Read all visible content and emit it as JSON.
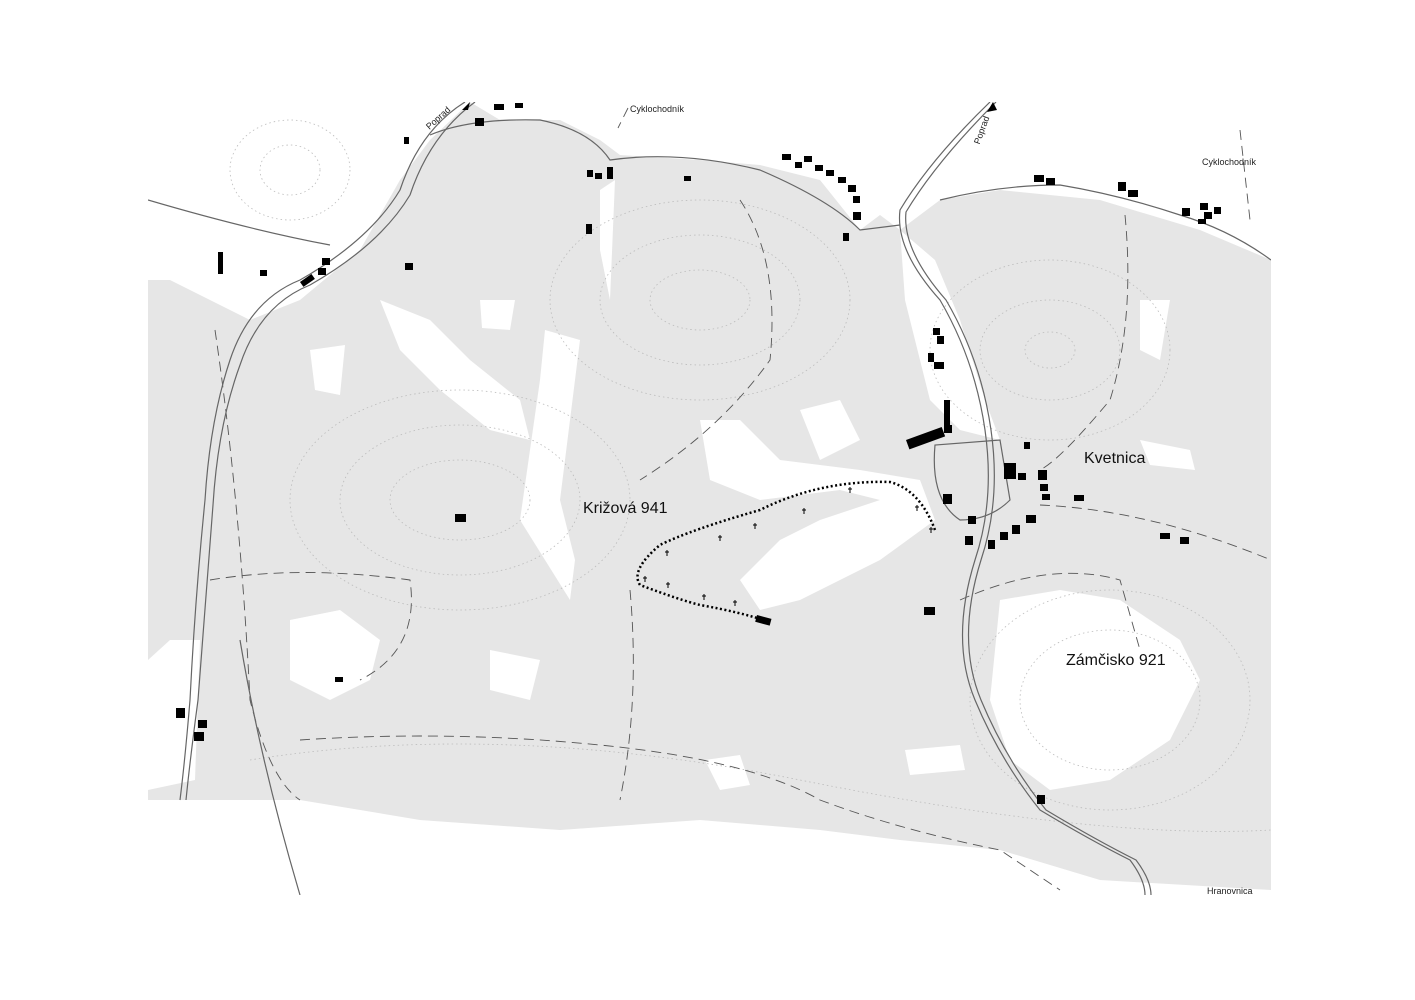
{
  "map": {
    "peaks": [
      {
        "name": "Križová 941"
      },
      {
        "name": "Zámčisko 921"
      }
    ],
    "village": "Kvetnica",
    "road_labels": [
      "Poprad",
      "Poprad",
      "Hranovnica"
    ],
    "trail_labels": [
      "Cyklochodník",
      "Cyklochodník"
    ],
    "colors": {
      "forest": "#e6e6e6",
      "open": "#ffffff",
      "buildings": "#000000",
      "roads": "#777777"
    }
  }
}
